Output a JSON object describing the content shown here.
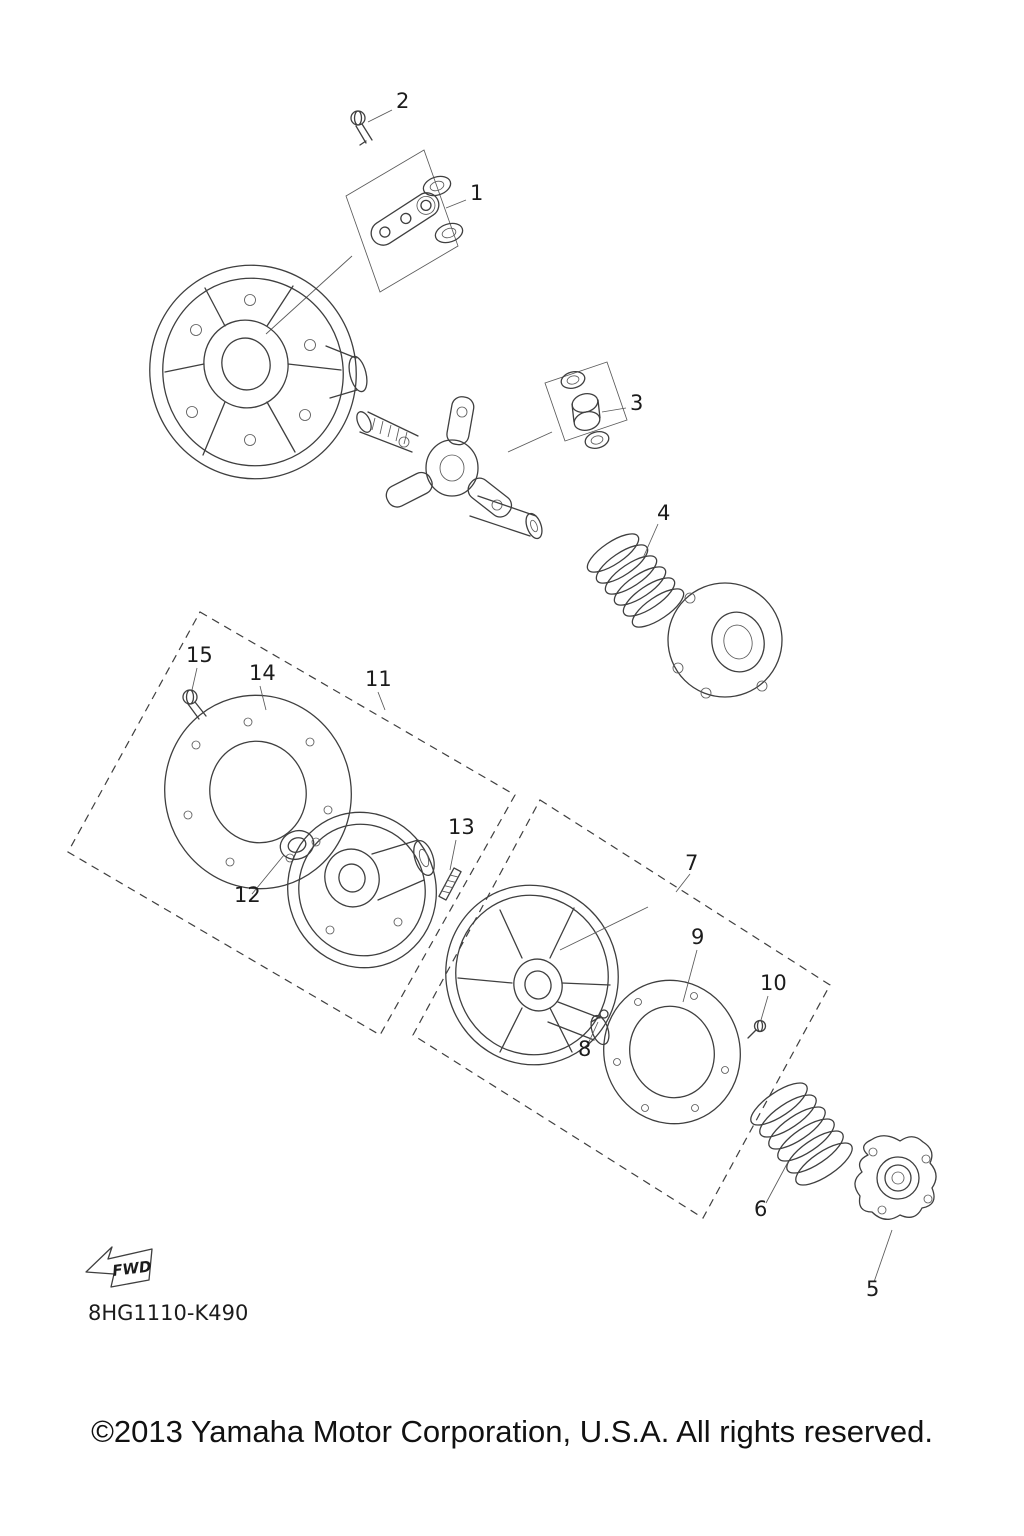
{
  "diagram": {
    "code": "8HG1110-K490",
    "fwd_label": "FWD",
    "callouts": {
      "n1": "1",
      "n2": "2",
      "n3": "3",
      "n4": "4",
      "n5": "5",
      "n6": "6",
      "n7": "7",
      "n8": "8",
      "n9": "9",
      "n10": "10",
      "n11": "11",
      "n12": "12",
      "n13": "13",
      "n14": "14",
      "n15": "15"
    },
    "line_color": "#3f3f3f",
    "background_color": "#ffffff"
  },
  "footer": {
    "copyright": "©2013 Yamaha Motor Corporation, U.S.A. All rights reserved."
  }
}
